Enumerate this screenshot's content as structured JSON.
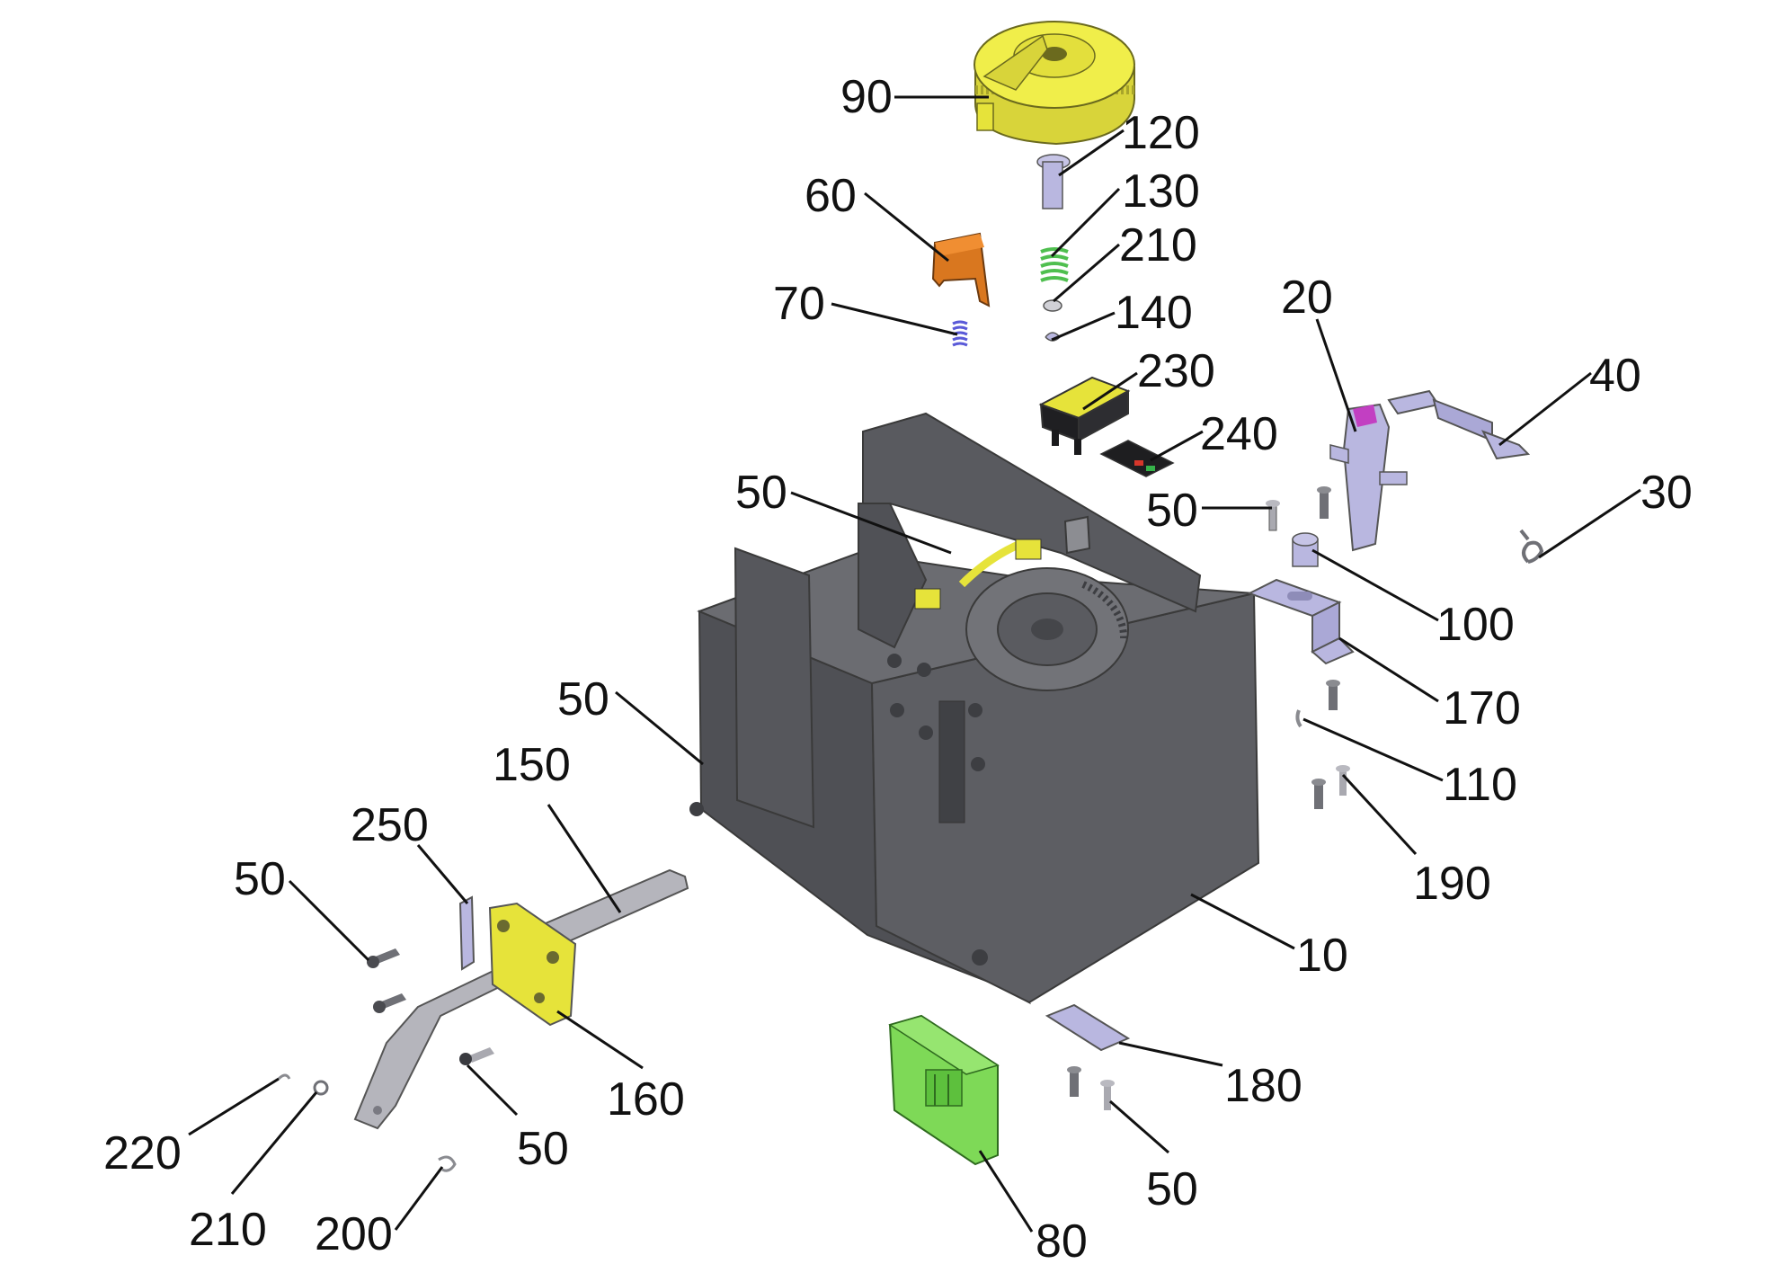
{
  "diagram": {
    "callouts": [
      {
        "id": "c90",
        "label": "90"
      },
      {
        "id": "c120",
        "label": "120"
      },
      {
        "id": "c60",
        "label": "60"
      },
      {
        "id": "c130",
        "label": "130"
      },
      {
        "id": "c210a",
        "label": "210"
      },
      {
        "id": "c70",
        "label": "70"
      },
      {
        "id": "c140",
        "label": "140"
      },
      {
        "id": "c20",
        "label": "20"
      },
      {
        "id": "c40",
        "label": "40"
      },
      {
        "id": "c230",
        "label": "230"
      },
      {
        "id": "c240",
        "label": "240"
      },
      {
        "id": "c50a",
        "label": "50"
      },
      {
        "id": "c50b",
        "label": "50"
      },
      {
        "id": "c30",
        "label": "30"
      },
      {
        "id": "c100",
        "label": "100"
      },
      {
        "id": "c170",
        "label": "170"
      },
      {
        "id": "c50c",
        "label": "50"
      },
      {
        "id": "c150",
        "label": "150"
      },
      {
        "id": "c110",
        "label": "110"
      },
      {
        "id": "c250",
        "label": "250"
      },
      {
        "id": "c190",
        "label": "190"
      },
      {
        "id": "c50d",
        "label": "50"
      },
      {
        "id": "c10",
        "label": "10"
      },
      {
        "id": "c160",
        "label": "160"
      },
      {
        "id": "c180",
        "label": "180"
      },
      {
        "id": "c220",
        "label": "220"
      },
      {
        "id": "c50e",
        "label": "50"
      },
      {
        "id": "c210b",
        "label": "210"
      },
      {
        "id": "c50f",
        "label": "50"
      },
      {
        "id": "c200",
        "label": "200"
      },
      {
        "id": "c80",
        "label": "80"
      }
    ],
    "colors": {
      "housing": "#5d5e63",
      "housing_dark": "#48494d",
      "housing_light": "#77787d",
      "knob": "#f0ee4a",
      "clip_orange": "#d9771f",
      "spring_green": "#6fd46f",
      "switch_yellow": "#e6e33a",
      "bracket_lavender": "#b9b7e0",
      "connector_green": "#7ed957",
      "screw_gray": "#6f7076",
      "arm_gray": "#b5b5bc",
      "magenta": "#c23fc2",
      "label_red": "#d6372b",
      "label_green": "#36b34a"
    }
  }
}
